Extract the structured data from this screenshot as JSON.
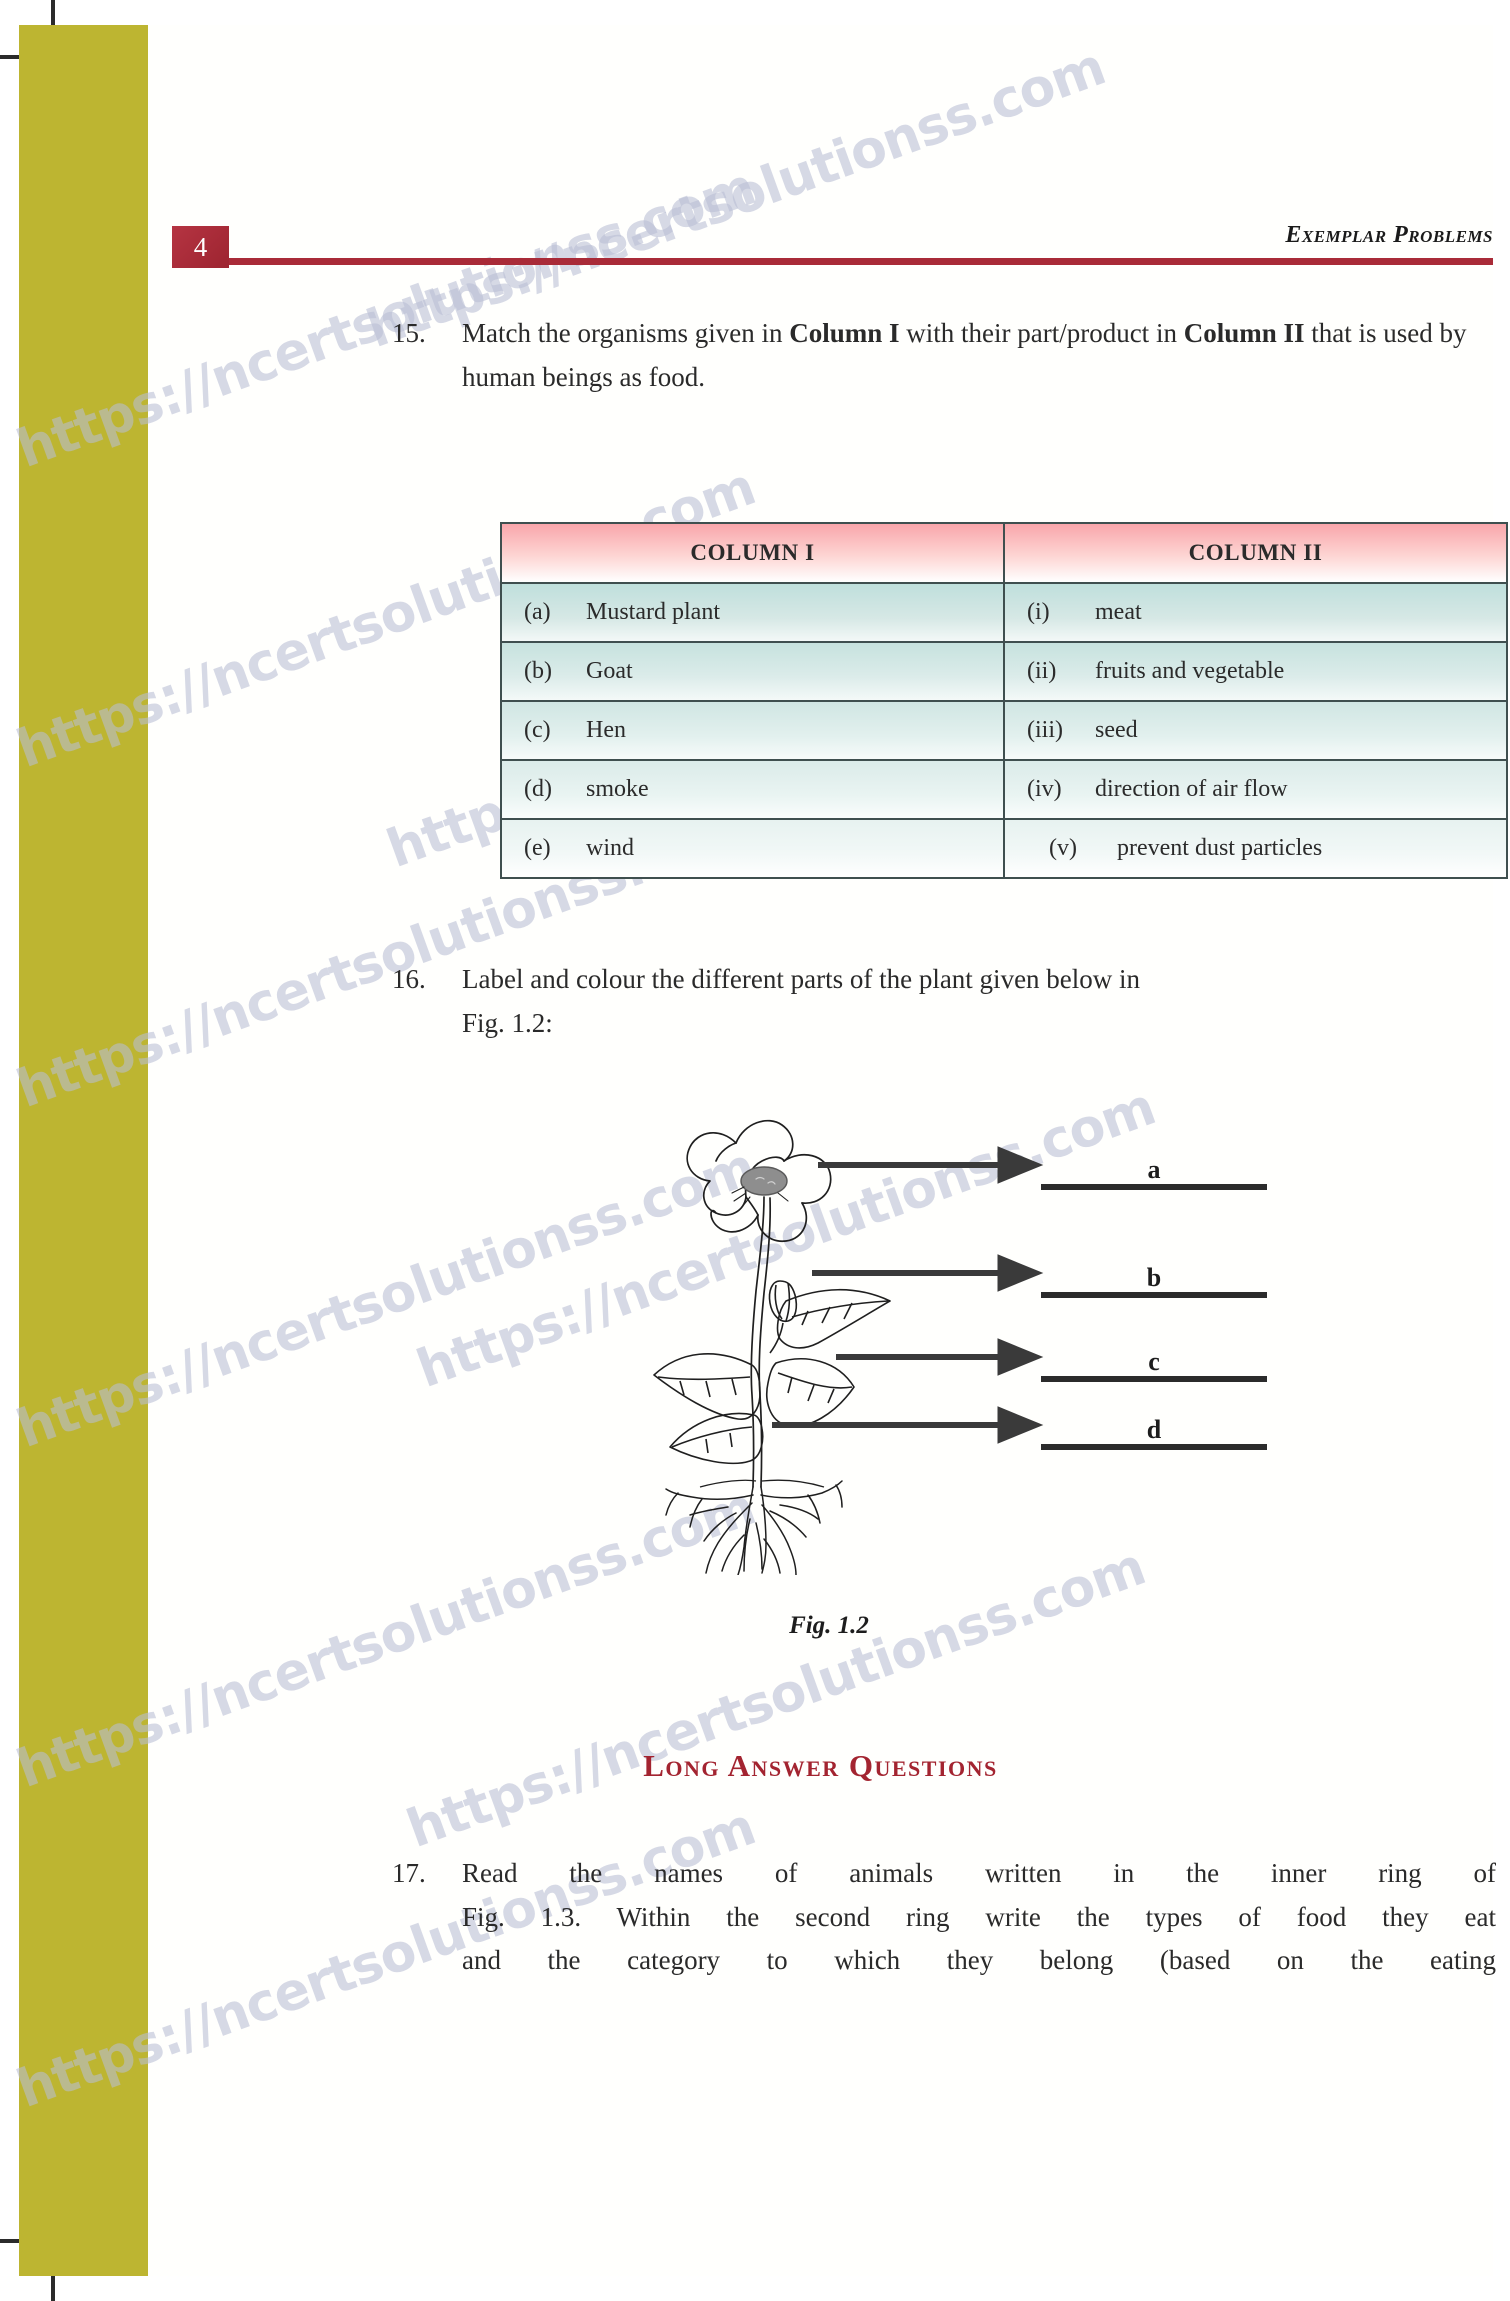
{
  "header": {
    "page_number": "4",
    "title": "Exemplar Problems"
  },
  "colors": {
    "olive_bar": "#bdb531",
    "header_red": "#a92b38",
    "heading_red": "#a32430",
    "table_header_pink": "#f9a6ab",
    "table_row_teal": "#bfdfdc",
    "watermark": "#b9bed4"
  },
  "watermark": {
    "text": "https://ncertsolutionss.com"
  },
  "questions": [
    {
      "number": "15.",
      "line1_a": "Match the organisms given in ",
      "line1_b": "Column I",
      "line1_c": " with their part/product",
      "line2_a": "in ",
      "line2_b": "Column II",
      "line2_c": " that is used by human beings as food."
    },
    {
      "number": "16.",
      "line1": "Label and colour the different parts of the plant given below in",
      "line2": "Fig. 1.2:"
    },
    {
      "number": "17.",
      "line1": "Read the names of animals written in the inner ring of",
      "line2": "Fig. 1.3. Within the second ring write the types of food they eat",
      "line3": "and the category to which they belong (based on the eating"
    }
  ],
  "match_table": {
    "headers": [
      "COLUMN I",
      "COLUMN II"
    ],
    "rows": [
      {
        "left_tag": "(a)",
        "left_text": "Mustard plant",
        "right_tag": "(i)",
        "right_text": "meat"
      },
      {
        "left_tag": "(b)",
        "left_text": "Goat",
        "right_tag": "(ii)",
        "right_text": "fruits and vegetable"
      },
      {
        "left_tag": "(c)",
        "left_text": "Hen",
        "right_tag": "(iii)",
        "right_text": "seed"
      },
      {
        "left_tag": "(d)",
        "left_text": "smoke",
        "right_tag": "(iv)",
        "right_text": "direction of air flow"
      },
      {
        "left_tag": "(e)",
        "left_text": "wind",
        "right_tag": "(v)",
        "right_text": "prevent dust particles"
      }
    ]
  },
  "figure": {
    "caption": "Fig. 1.2",
    "alt": "line drawing of a flowering plant with flower, bud, leaves, stem and roots, with four arrows pointing to blank answer lines",
    "labels": [
      "a",
      "b",
      "c",
      "d"
    ]
  },
  "section_heading": {
    "text": "Long Answer Questions"
  }
}
